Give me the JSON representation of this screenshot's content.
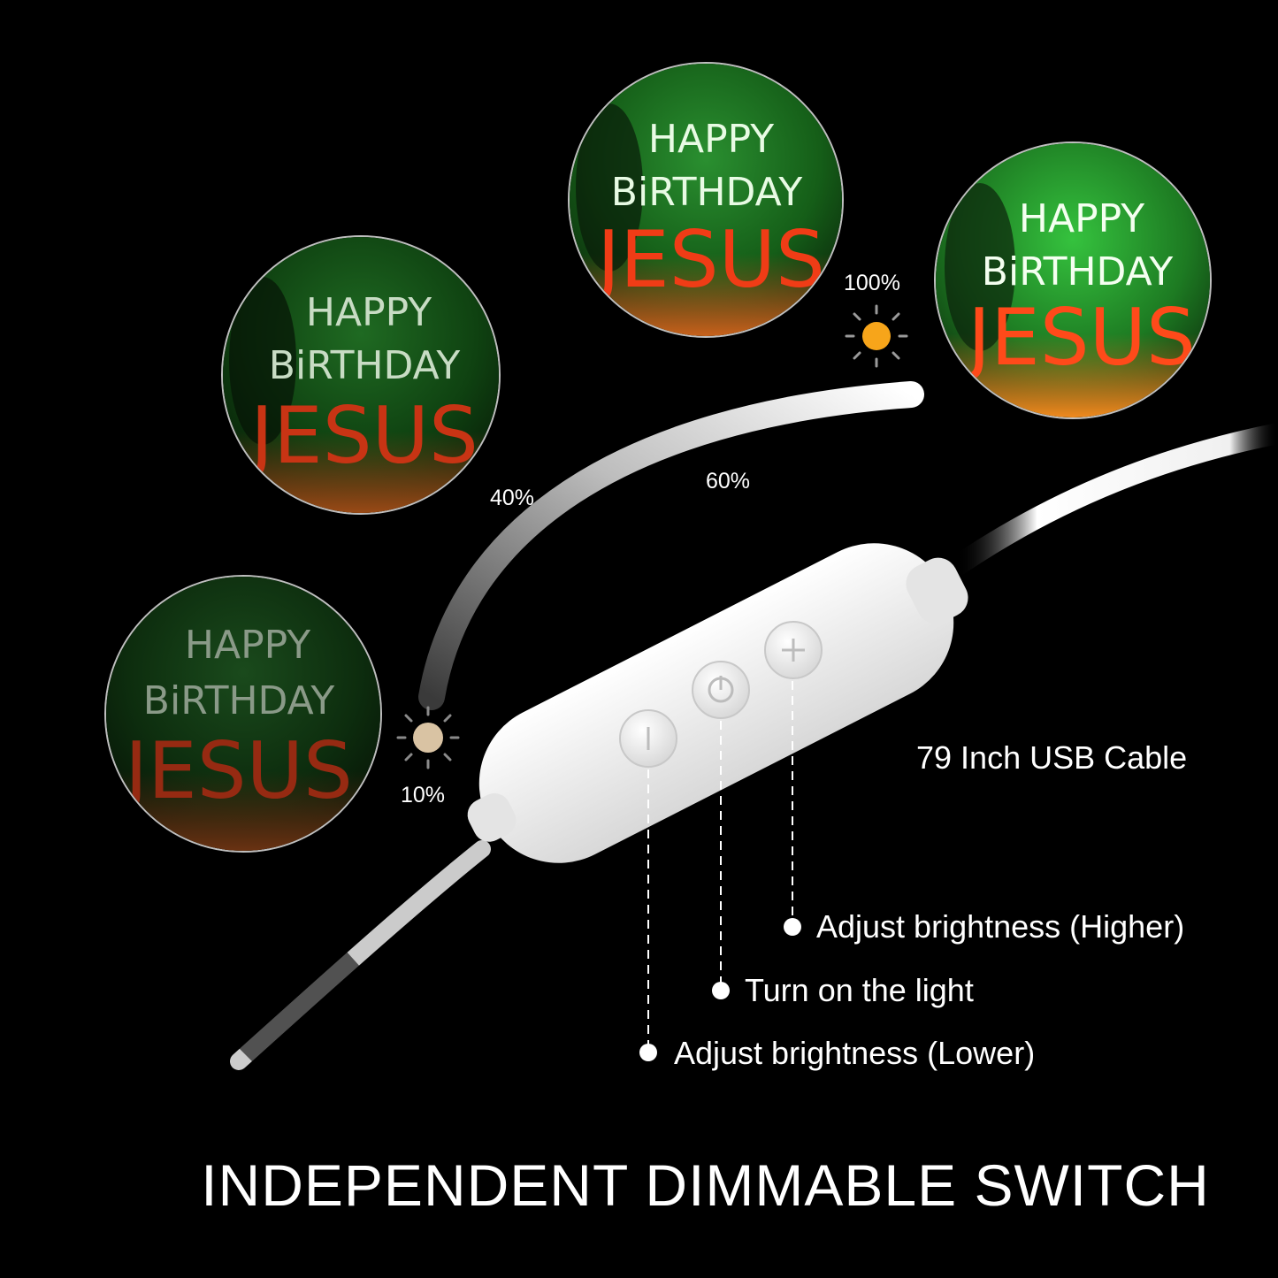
{
  "brightness_levels": [
    {
      "label": "10%",
      "level": 0.1
    },
    {
      "label": "40%",
      "level": 0.4
    },
    {
      "label": "60%",
      "level": 0.6
    },
    {
      "label": "100%",
      "level": 1.0
    }
  ],
  "sign": {
    "line1": "HAPPY",
    "line2": "BiRTHDAY",
    "line3": "JESUS"
  },
  "cable_label": "79 Inch USB Cable",
  "callouts": {
    "higher": "Adjust brightness (Higher)",
    "power": "Turn on the light",
    "lower": "Adjust brightness (Lower)"
  },
  "title": "INDEPENDENT DIMMABLE SWITCH",
  "colors": {
    "background": "#000000",
    "neon_white": "#e8ffe8",
    "neon_red": "#ff3b1a",
    "glow_green": "#1f8a2a",
    "sun_bright": "#f7a51a",
    "sun_dim": "#d9c3a3"
  },
  "icons": [
    "sun-dim-icon",
    "sun-bright-icon",
    "minus-icon",
    "power-icon",
    "plus-icon"
  ]
}
